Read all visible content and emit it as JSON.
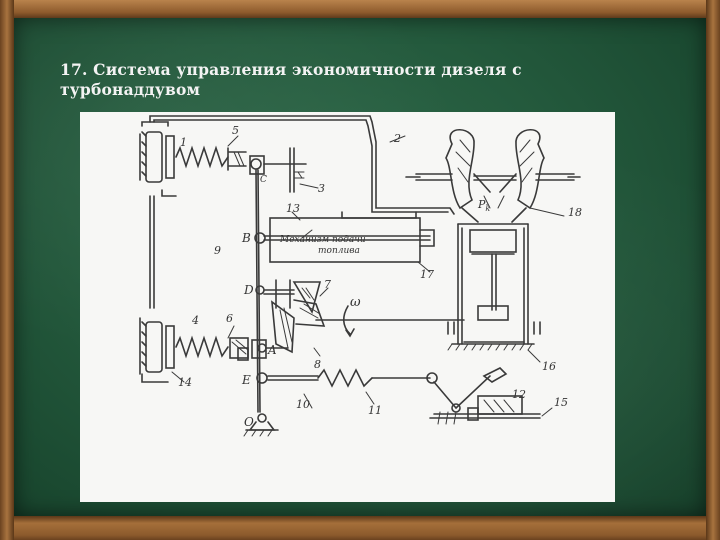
{
  "slide": {
    "title": "17. Система управления экономичности дизеля с турбонаддувом"
  },
  "diagram": {
    "box_text_line1": "Механизм подачи",
    "box_text_line2": "топлива",
    "letters": {
      "A": "A",
      "B": "B",
      "C": "C",
      "D": "D",
      "E": "E",
      "O": "O",
      "pk": "P",
      "pk_sub": "k",
      "omega": "ω"
    },
    "numbers": {
      "n1": "1",
      "n2": "2",
      "n3": "3",
      "n4": "4",
      "n5": "5",
      "n6": "6",
      "n7": "7",
      "n8": "8",
      "n9": "9",
      "n10": "10",
      "n11": "11",
      "n12": "12",
      "n13": "13",
      "n14": "14",
      "n15": "15",
      "n16": "16",
      "n17": "17",
      "n18": "18"
    }
  }
}
